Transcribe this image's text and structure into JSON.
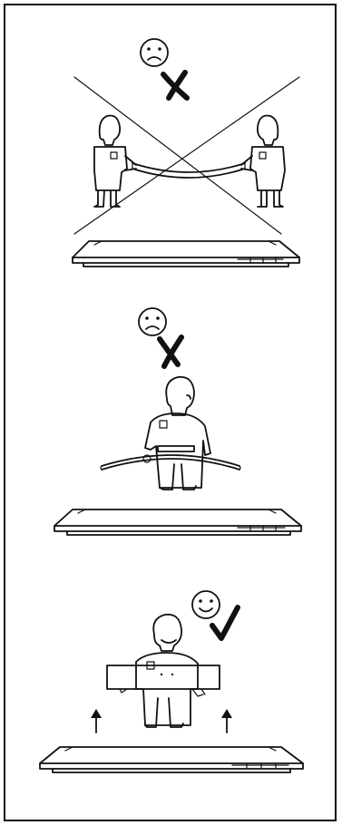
{
  "document": {
    "panels": [
      {
        "verdict": "incorrect",
        "mood": "sad",
        "carriers": 2,
        "icon": "cross-icon"
      },
      {
        "verdict": "incorrect",
        "mood": "sad",
        "carriers": 1,
        "icon": "cross-icon"
      },
      {
        "verdict": "correct",
        "mood": "happy",
        "carriers": 1,
        "icon": "check-icon"
      }
    ],
    "colors": {
      "ink": "#111111",
      "paper": "#ffffff"
    }
  }
}
